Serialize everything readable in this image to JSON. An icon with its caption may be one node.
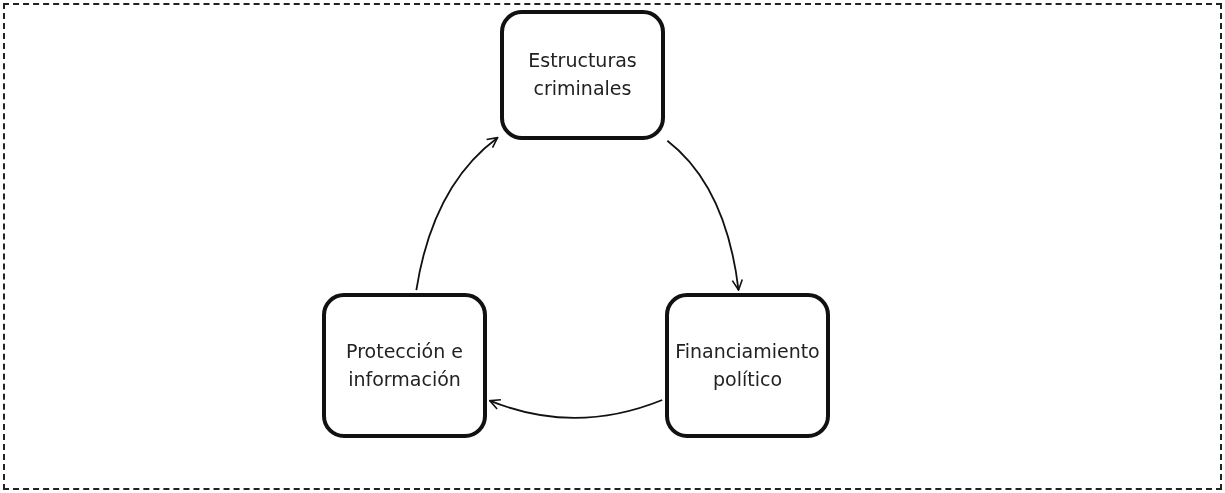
{
  "diagram": {
    "nodes": [
      {
        "text": [
          "Estructuras criminales"
        ]
      },
      {
        "text": [
          "Financiamiento político"
        ]
      },
      {
        "text": [
          "Protección e información"
        ]
      }
    ],
    "edges": [
      {
        "from": 0,
        "to": 1,
        "arrow": "to"
      },
      {
        "from": 1,
        "to": 2,
        "arrow": "to"
      },
      {
        "from": 2,
        "to": 0,
        "arrow": "to"
      }
    ]
  }
}
